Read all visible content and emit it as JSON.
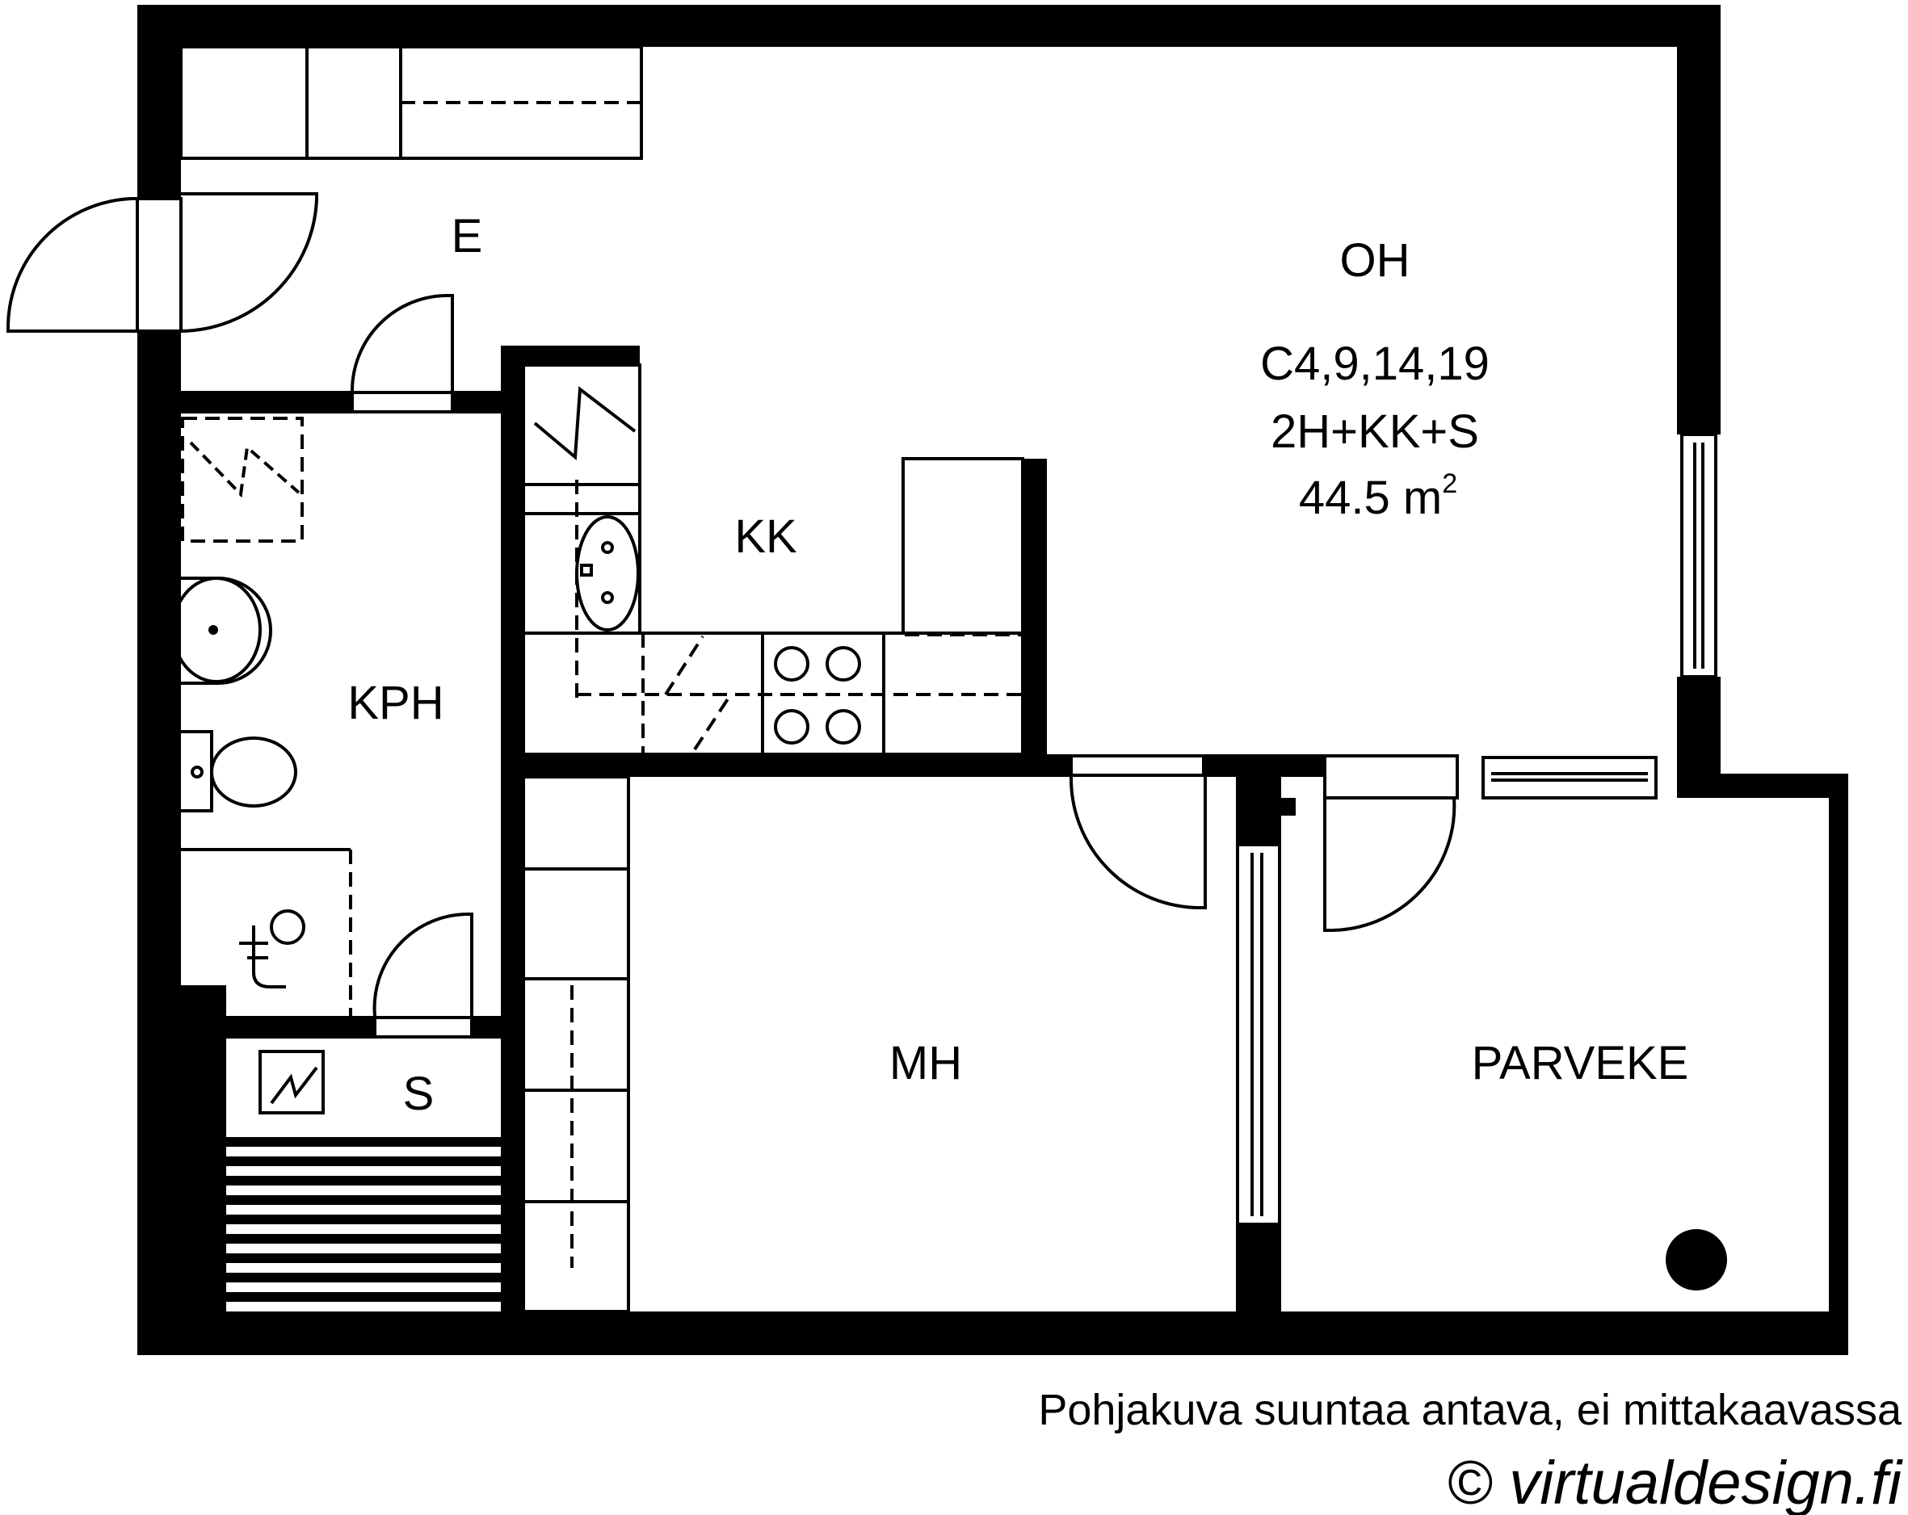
{
  "rooms": {
    "entrance": "E",
    "living": "OH",
    "kitchen": "KK",
    "bathroom": "KPH",
    "sauna": "S",
    "bedroom": "MH",
    "balcony": "PARVEKE"
  },
  "apartment": {
    "codes": "C4,9,14,19",
    "layout": "2H+KK+S",
    "area_value": "44.5 m",
    "area_unit_sup": "2"
  },
  "footer": {
    "disclaimer": "Pohjakuva suuntaa antava, ei mittakaavassa",
    "copyright": "© virtualdesign.fi"
  },
  "colors": {
    "walls": "#000000",
    "background": "#ffffff"
  }
}
